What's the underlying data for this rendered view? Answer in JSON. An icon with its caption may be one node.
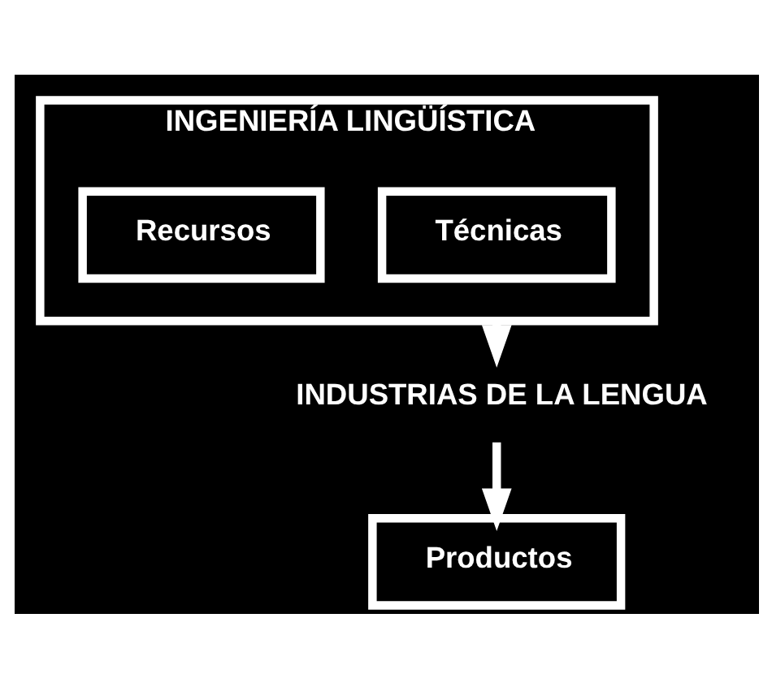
{
  "diagram": {
    "nodes": [
      {
        "text": [
          "INGENIERÍA LINGÜÍSTICA"
        ]
      },
      {
        "text": [
          "Técnicas"
        ],
        "in": 0
      },
      {
        "text": [
          "Recursos"
        ],
        "in": 0
      },
      {
        "text": [
          "INDUSTRIAS DE LA LENGUA"
        ]
      },
      {
        "text": [
          "Productos"
        ]
      }
    ],
    "edges": [
      {
        "from": 0,
        "to": 3,
        "arrow": "to"
      },
      {
        "from": 3,
        "to": 4,
        "arrow": "to"
      }
    ]
  }
}
